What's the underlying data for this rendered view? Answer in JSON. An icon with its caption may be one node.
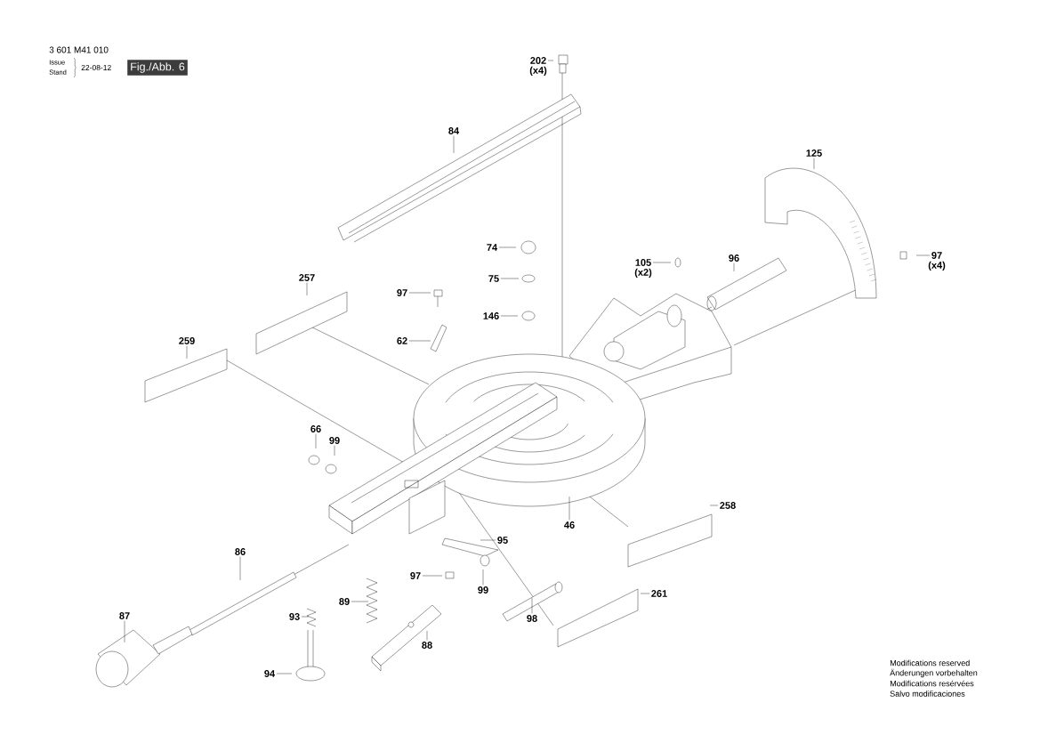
{
  "diagram": {
    "nodes": [
      {
        "text": [
          "202"
        ],
        "beside": [
          "(x4)"
        ]
      },
      {
        "text": [
          "84"
        ]
      },
      {
        "text": [
          "125"
        ]
      },
      {
        "text": [
          "74"
        ]
      },
      {
        "text": [
          "75"
        ]
      },
      {
        "text": [
          "146"
        ]
      },
      {
        "text": [
          "97"
        ]
      },
      {
        "text": [
          "62"
        ]
      },
      {
        "text": [
          "105"
        ],
        "beside": [
          "(x2)"
        ]
      },
      {
        "text": [
          "96"
        ]
      },
      {
        "text": [
          "97"
        ],
        "beside": [
          "(x4)"
        ]
      },
      {
        "text": [
          "257"
        ]
      },
      {
        "text": [
          "259"
        ]
      },
      {
        "text": [
          "66"
        ]
      },
      {
        "text": [
          "99"
        ]
      },
      {
        "text": [
          "258"
        ]
      },
      {
        "text": [
          "46"
        ]
      },
      {
        "text": [
          "95"
        ]
      },
      {
        "text": [
          "86"
        ]
      },
      {
        "text": [
          "97"
        ]
      },
      {
        "text": [
          "99"
        ]
      },
      {
        "text": [
          "261"
        ]
      },
      {
        "text": [
          "89"
        ]
      },
      {
        "text": [
          "93"
        ]
      },
      {
        "text": [
          "98"
        ]
      },
      {
        "text": [
          "87"
        ]
      },
      {
        "text": [
          "88"
        ]
      },
      {
        "text": [
          "94"
        ]
      }
    ],
    "edges": [
      {
        "from": 0,
        "to": null,
        "arrow": "none"
      },
      {
        "from": 1,
        "to": null,
        "arrow": "none"
      },
      {
        "from": 2,
        "to": null,
        "arrow": "none"
      },
      {
        "from": 3,
        "to": null,
        "arrow": "none"
      },
      {
        "from": 4,
        "to": null,
        "arrow": "none"
      },
      {
        "from": 5,
        "to": null,
        "arrow": "none"
      },
      {
        "from": 6,
        "to": null,
        "arrow": "none"
      },
      {
        "from": 7,
        "to": null,
        "arrow": "none"
      },
      {
        "from": 8,
        "to": null,
        "arrow": "none"
      },
      {
        "from": 9,
        "to": null,
        "arrow": "none"
      },
      {
        "from": 10,
        "to": null,
        "arrow": "none"
      },
      {
        "from": 11,
        "to": null,
        "arrow": "none"
      },
      {
        "from": 12,
        "to": null,
        "arrow": "none"
      },
      {
        "from": 13,
        "to": null,
        "arrow": "none"
      },
      {
        "from": 14,
        "to": null,
        "arrow": "none"
      },
      {
        "from": 15,
        "to": null,
        "arrow": "none"
      },
      {
        "from": 16,
        "to": null,
        "arrow": "none"
      },
      {
        "from": 17,
        "to": null,
        "arrow": "none"
      },
      {
        "from": 18,
        "to": null,
        "arrow": "none"
      },
      {
        "from": 19,
        "to": null,
        "arrow": "none"
      },
      {
        "from": 20,
        "to": null,
        "arrow": "none"
      },
      {
        "from": 21,
        "to": null,
        "arrow": "none"
      },
      {
        "from": 22,
        "to": null,
        "arrow": "none"
      },
      {
        "from": 23,
        "to": null,
        "arrow": "none"
      },
      {
        "from": 24,
        "to": null,
        "arrow": "none"
      },
      {
        "from": 25,
        "to": null,
        "arrow": "none"
      },
      {
        "from": 26,
        "to": null,
        "arrow": "none"
      },
      {
        "from": 27,
        "to": null,
        "arrow": "none"
      }
    ],
    "labels": [
      "3 601 M41 010",
      "Issue",
      "Stand",
      "22-08-12",
      "Fig./Abb. 6",
      "Modifications reserved",
      "Änderungen vorbehalten",
      "Modifications resérvées",
      "Salvo modificaciones"
    ]
  }
}
